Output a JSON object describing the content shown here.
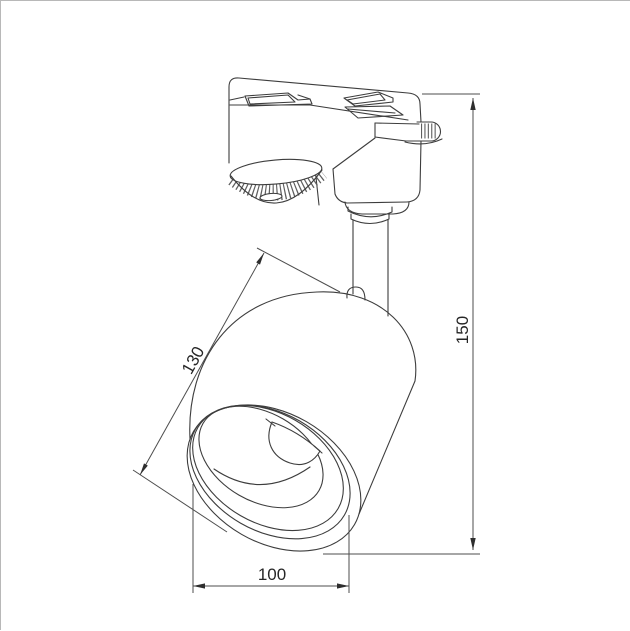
{
  "drawing": {
    "kind": "technical-dimension-drawing",
    "dimensions": {
      "head_length": "130",
      "overall_height": "150",
      "head_diameter": "100"
    },
    "colors": {
      "background": "#ffffff",
      "object_line": "#3d3d3d",
      "dimension_line": "#4d4d4d",
      "text": "#262626",
      "frame": "#b8b8b8"
    }
  }
}
